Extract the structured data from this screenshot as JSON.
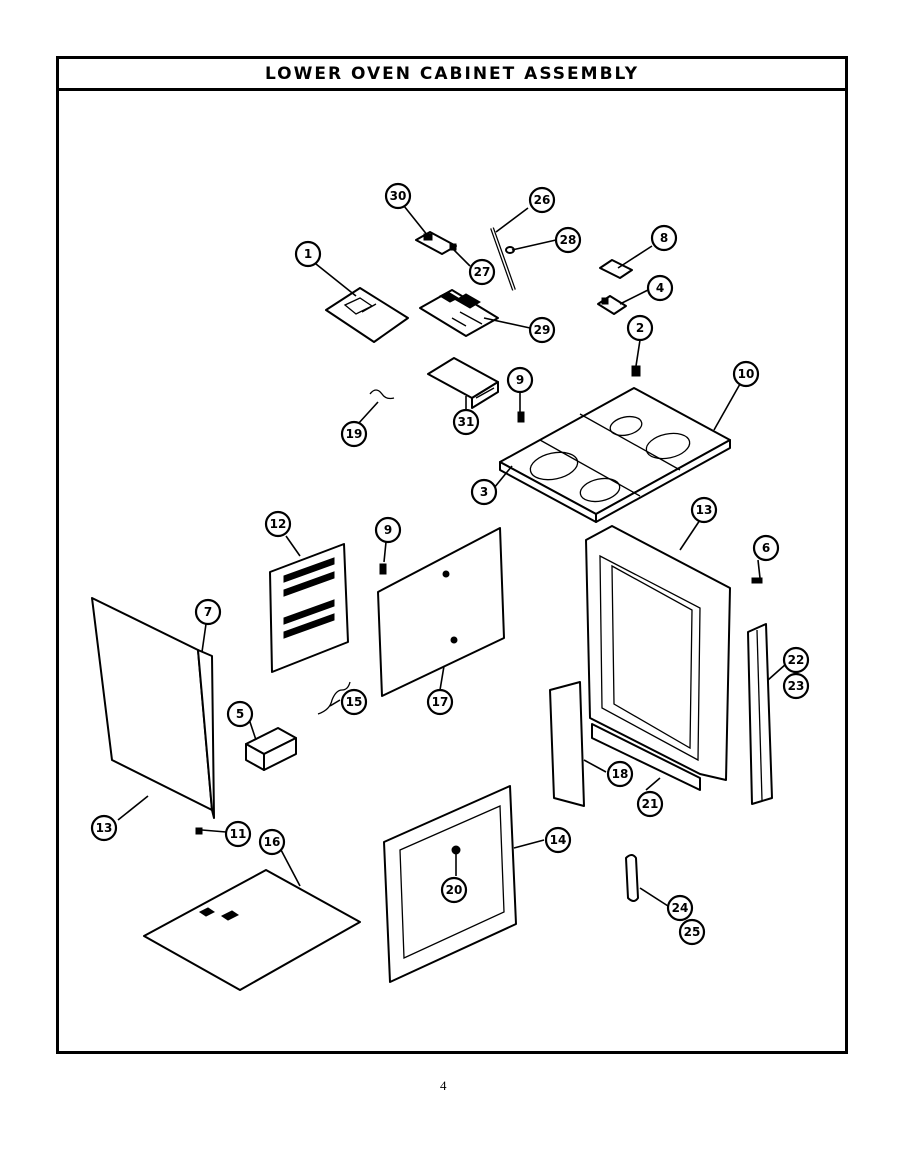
{
  "title": "LOWER OVEN CABINET ASSEMBLY",
  "page_number": "4",
  "callouts": {
    "c30": "30",
    "c26": "26",
    "c28": "28",
    "c27": "27",
    "c8": "8",
    "c1": "1",
    "c4": "4",
    "c29": "29",
    "c2": "2",
    "c10": "10",
    "c9a": "9",
    "c19": "19",
    "c31": "31",
    "c3": "3",
    "c12": "12",
    "c9b": "9",
    "c13a": "13",
    "c6": "6",
    "c7": "7",
    "c22": "22",
    "c23": "23",
    "c5": "5",
    "c15": "15",
    "c17": "17",
    "c18": "18",
    "c21": "21",
    "c13b": "13",
    "c11": "11",
    "c16": "16",
    "c14": "14",
    "c20": "20",
    "c24": "24",
    "c25": "25"
  }
}
